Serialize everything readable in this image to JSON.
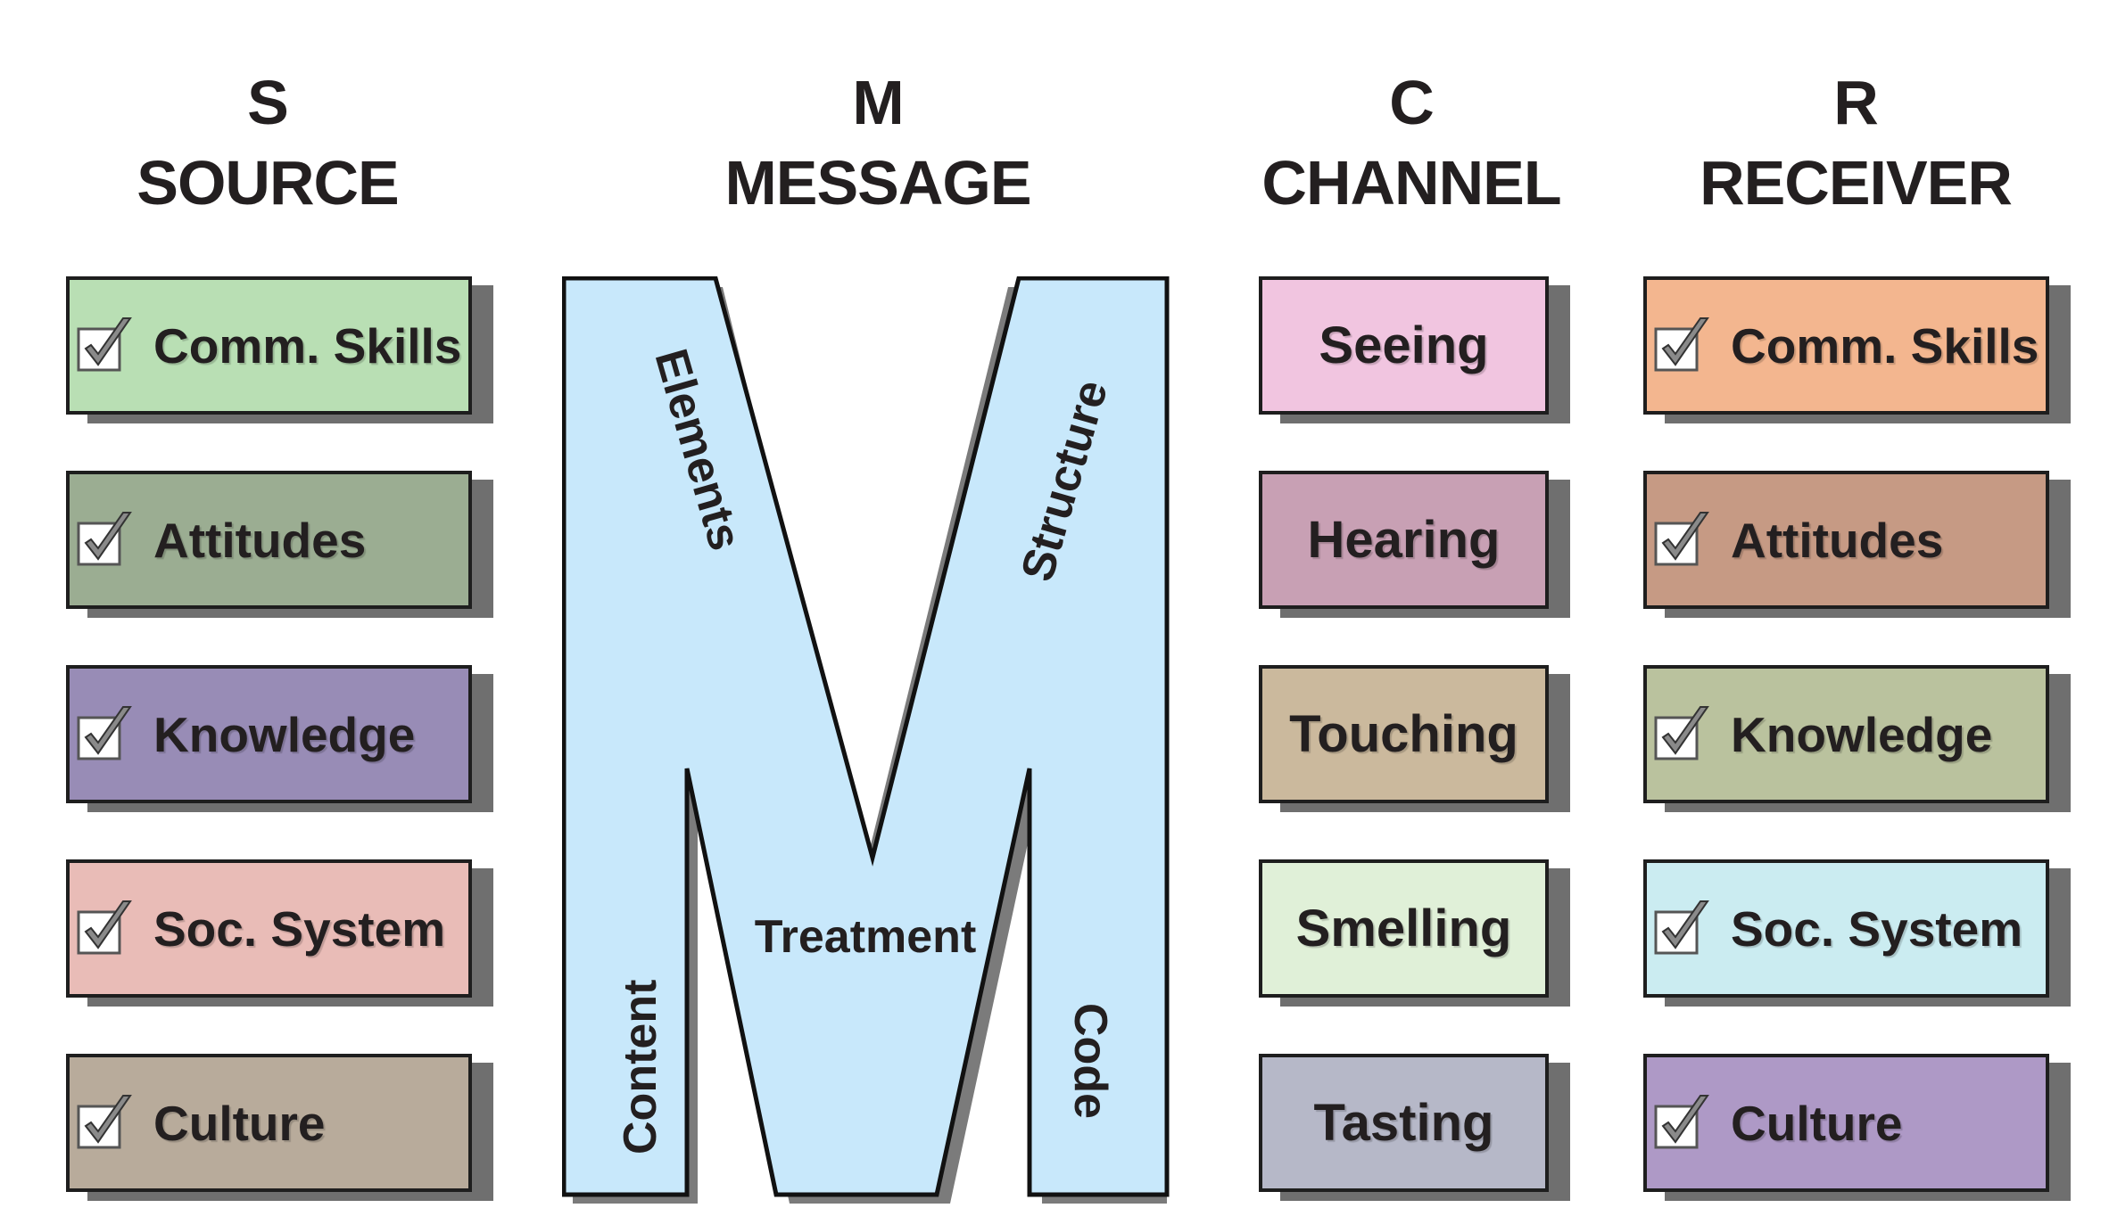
{
  "headers": {
    "source": {
      "letter": "S",
      "word": "SOURCE"
    },
    "message": {
      "letter": "M",
      "word": "MESSAGE"
    },
    "channel": {
      "letter": "C",
      "word": "CHANNEL"
    },
    "receiver": {
      "letter": "R",
      "word": "RECEIVER"
    }
  },
  "source": {
    "items": [
      {
        "label": "Comm. Skills",
        "color": "#b9dfb4"
      },
      {
        "label": "Attitudes",
        "color": "#9bad92"
      },
      {
        "label": "Knowledge",
        "color": "#988cb6"
      },
      {
        "label": "Soc. System",
        "color": "#e9bcb7"
      },
      {
        "label": "Culture",
        "color": "#b8ab9b"
      }
    ]
  },
  "message": {
    "color": "#c8e8fb",
    "elements": "Elements",
    "structure": "Structure",
    "treatment": "Treatment",
    "content": "Content",
    "code": "Code"
  },
  "channel": {
    "items": [
      {
        "label": "Seeing",
        "color": "#f1c5e0"
      },
      {
        "label": "Hearing",
        "color": "#c8a0b4"
      },
      {
        "label": "Touching",
        "color": "#cbb99d"
      },
      {
        "label": "Smelling",
        "color": "#e0f0d8"
      },
      {
        "label": "Tasting",
        "color": "#b6b8c8"
      }
    ]
  },
  "receiver": {
    "items": [
      {
        "label": "Comm. Skills",
        "color": "#f3b68f"
      },
      {
        "label": "Attitudes",
        "color": "#c69a84"
      },
      {
        "label": "Knowledge",
        "color": "#bac29e"
      },
      {
        "label": "Soc. System",
        "color": "#cbecf1"
      },
      {
        "label": "Culture",
        "color": "#ae99c6"
      }
    ]
  },
  "icons": {
    "check": "checkbox-check-icon"
  }
}
